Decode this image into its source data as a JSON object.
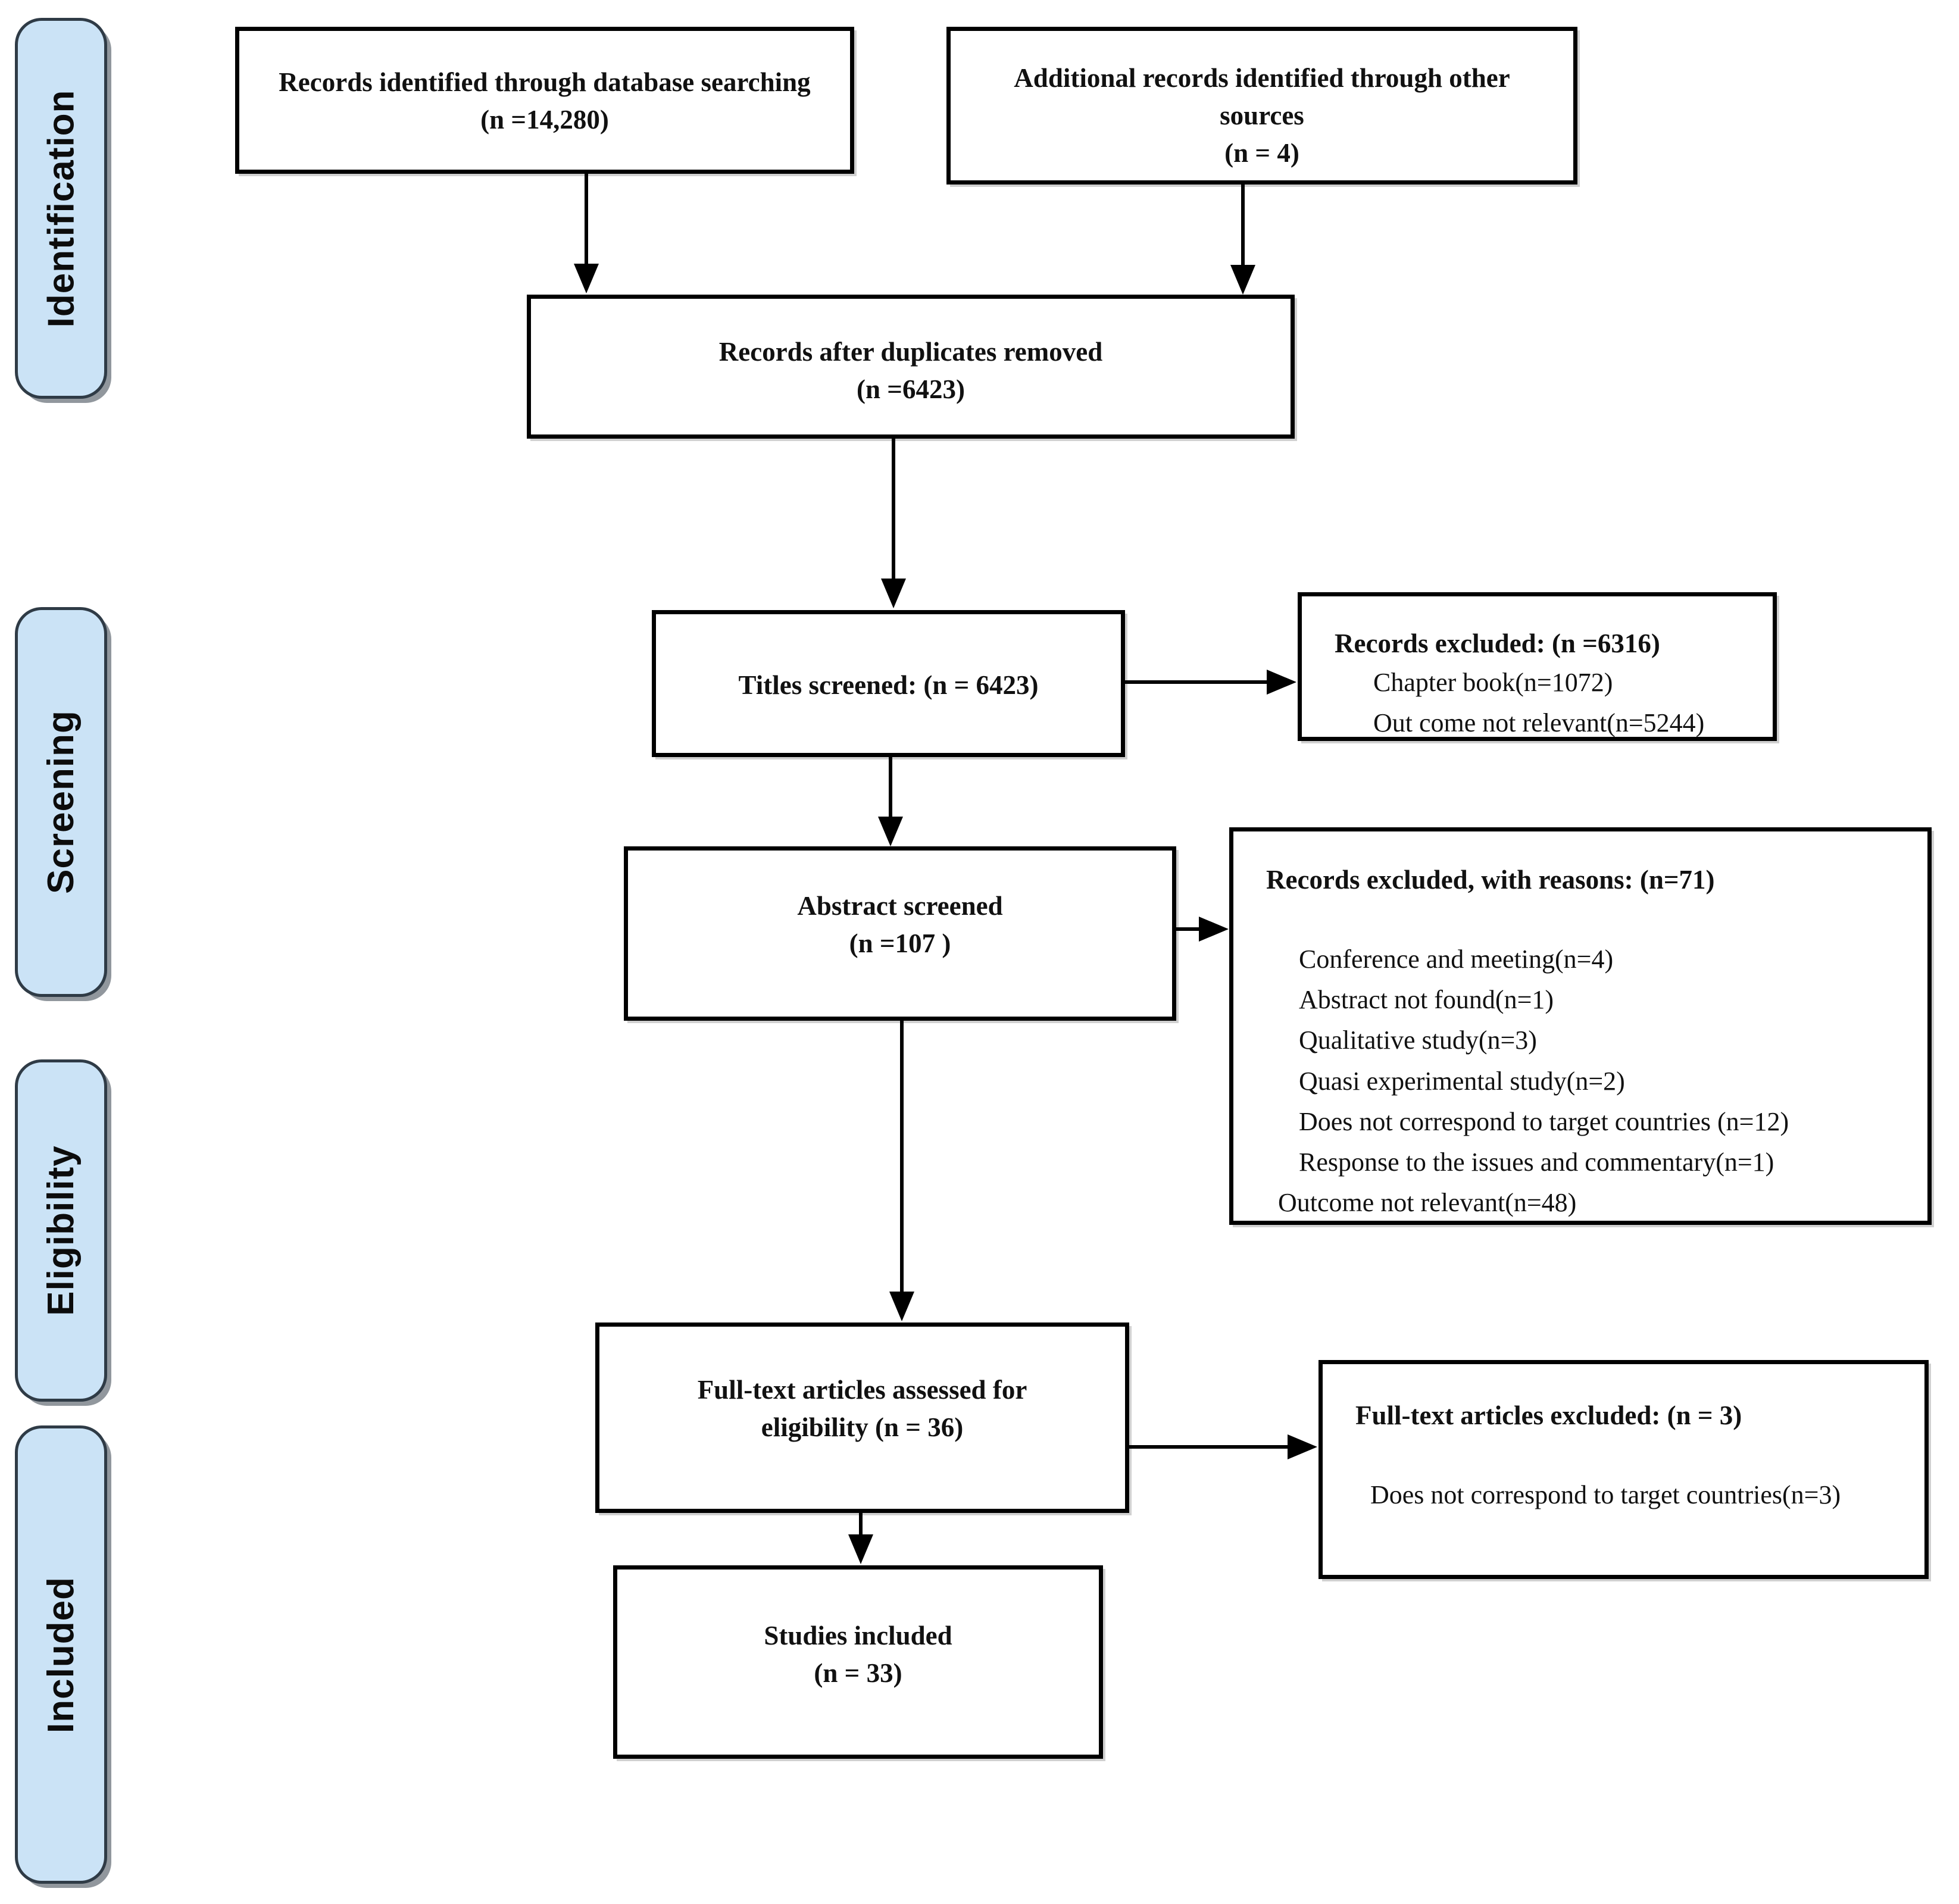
{
  "stages": [
    {
      "id": "identification",
      "label": "Identification"
    },
    {
      "id": "screening",
      "label": "Screening"
    },
    {
      "id": "eligibility",
      "label": "Eligibility"
    },
    {
      "id": "included",
      "label": "Included"
    }
  ],
  "boxes": {
    "database": {
      "lines": [
        "Records identified through database searching",
        "(n =14,280)"
      ]
    },
    "other_sources": {
      "lines": [
        "Additional records identified through other",
        "sources",
        "(n = 4)"
      ]
    },
    "duplicates_removed": {
      "lines": [
        "Records after duplicates removed",
        "(n =6423)"
      ]
    },
    "titles_screened": {
      "lines": [
        "Titles screened: (n = 6423)"
      ]
    },
    "records_excluded": {
      "header": "Records excluded: (n =6316)",
      "items": [
        "Chapter book(n=1072)",
        "Out come not relevant(n=5244)"
      ]
    },
    "abstract_screened": {
      "lines": [
        "Abstract screened",
        "(n =107 )"
      ]
    },
    "excluded_reasons": {
      "header": "Records excluded, with reasons: (n=71)",
      "items": [
        "Conference and meeting(n=4)",
        "Abstract not found(n=1)",
        "Qualitative study(n=3)",
        "Quasi experimental study(n=2)",
        "Does not correspond to target countries (n=12)",
        "Response to the issues and commentary(n=1)",
        "Outcome not relevant(n=48)"
      ]
    },
    "fulltext_assessed": {
      "lines": [
        "Full-text articles assessed for",
        "eligibility (n = 36)"
      ]
    },
    "fulltext_excluded": {
      "header": "Full-text articles excluded: (n = 3)",
      "items": [
        "Does not correspond to target countries(n=3)"
      ]
    },
    "studies_included": {
      "lines": [
        "Studies included",
        "(n = 33)"
      ]
    }
  },
  "colors": {
    "background": "#ffffff",
    "stage_fill": "#cbe3f6",
    "stage_border": "#2f3b46",
    "box_border": "#000000",
    "arrow": "#000000",
    "text": "#111111"
  }
}
